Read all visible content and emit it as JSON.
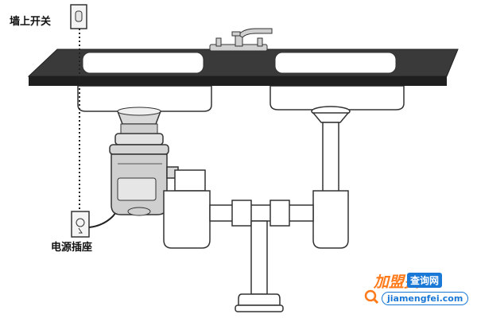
{
  "labels": {
    "wall_switch": "墙上开关",
    "power_outlet": "电源插座"
  },
  "watermark": {
    "brand": "加盟费",
    "sub": "查询网",
    "url": "jiamengfei.com"
  },
  "colors": {
    "countertop": "#2e2e2e",
    "outline": "#333333",
    "fixture_fill": "#ffffff",
    "disposer_fill": "#dcdcdc",
    "wire": "#222222",
    "watermark_orange": "#ff7a1a",
    "watermark_blue": "#1a78d6"
  }
}
